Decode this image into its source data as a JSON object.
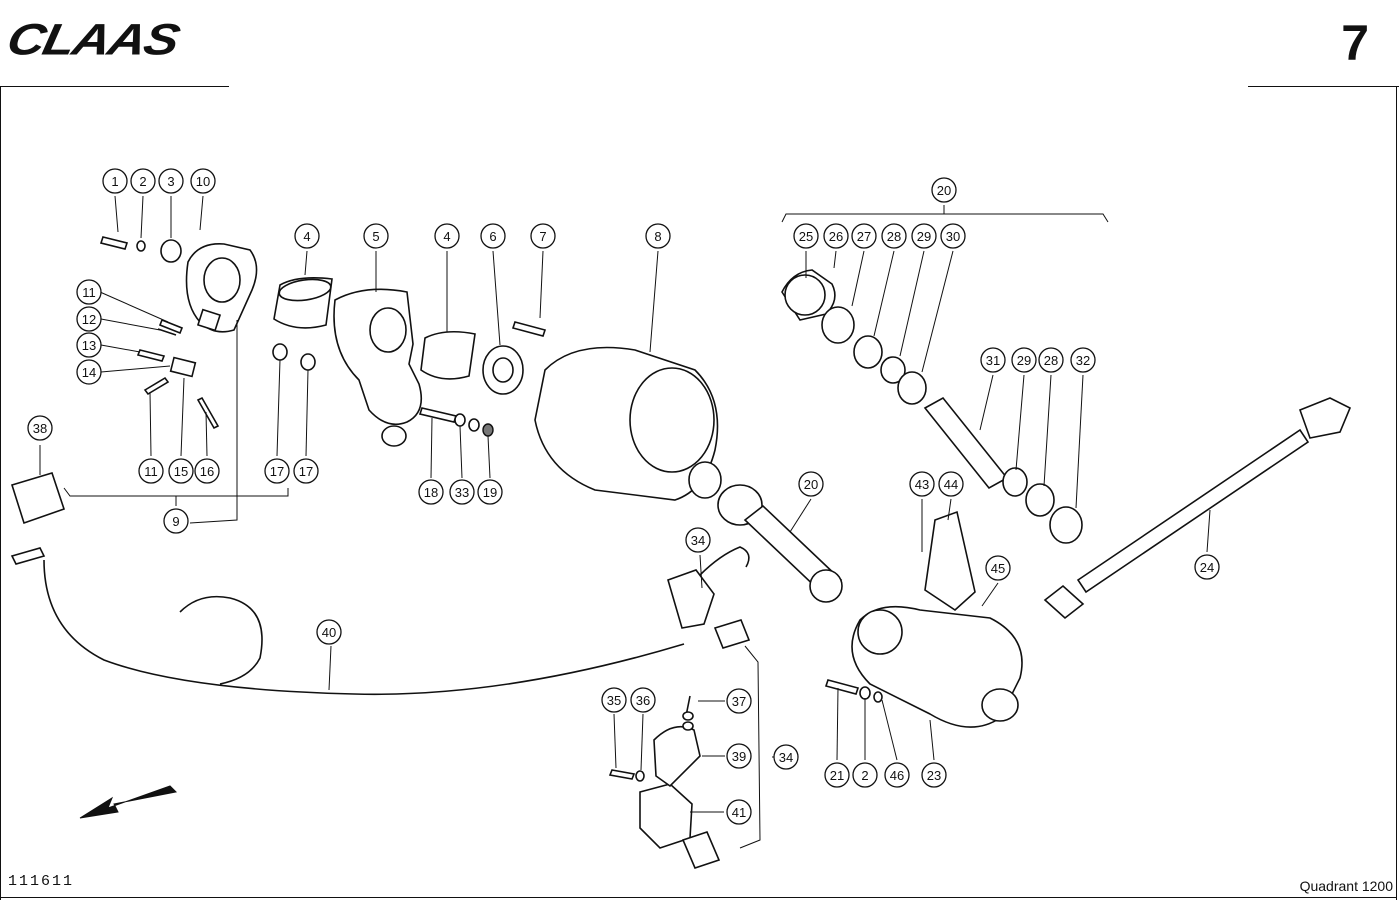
{
  "brand": {
    "logo_text": "CLAAS"
  },
  "page_number": "7",
  "figure_number": "111611",
  "model": "Quadrant 1200",
  "callouts": [
    "1",
    "2",
    "3",
    "10",
    "4",
    "5",
    "4",
    "6",
    "7",
    "8",
    "20",
    "25",
    "26",
    "27",
    "28",
    "29",
    "30",
    "11",
    "12",
    "13",
    "14",
    "11",
    "15",
    "16",
    "17",
    "17",
    "18",
    "33",
    "19",
    "9",
    "38",
    "31",
    "29",
    "28",
    "32",
    "43",
    "44",
    "45",
    "20",
    "24",
    "34",
    "40",
    "35",
    "36",
    "37",
    "39",
    "34",
    "41",
    "21",
    "2",
    "46",
    "23"
  ],
  "icons": {
    "direction_arrow": "arrow-down-left-icon"
  }
}
